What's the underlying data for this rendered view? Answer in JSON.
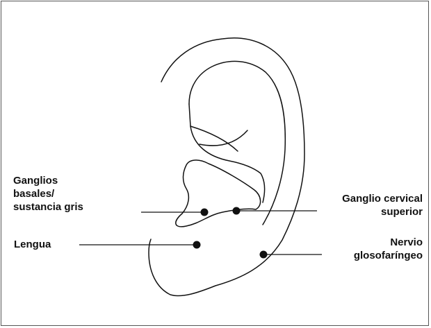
{
  "colors": {
    "stroke": "#111111",
    "border": "#555555",
    "background": "#ffffff"
  },
  "labels": {
    "ganglios": [
      "Ganglios",
      "basales/",
      "sustancia gris"
    ],
    "cervical": [
      "Ganglio cervical",
      "superior"
    ],
    "lengua": [
      "Lengua"
    ],
    "nervio": [
      "Nervio",
      "glosofaríngeo"
    ]
  }
}
